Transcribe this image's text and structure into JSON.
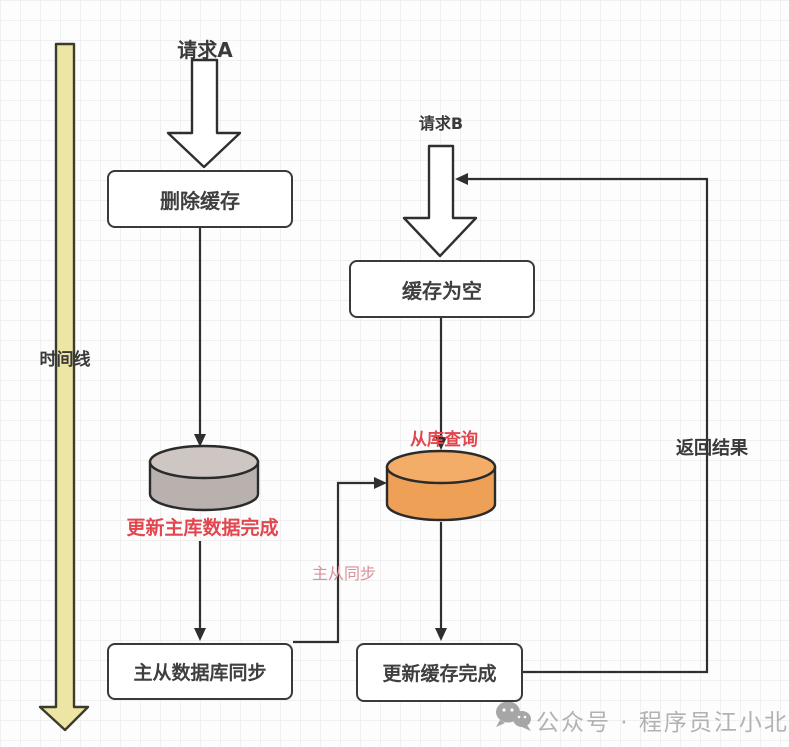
{
  "diagram": {
    "timeline_label": "时间线",
    "request_a_label": "请求A",
    "request_b_label": "请求B",
    "nodes": {
      "delete_cache": "删除缓存",
      "cache_empty": "缓存为空",
      "master_slave_db_sync": "主从数据库同步",
      "update_cache_done": "更新缓存完成"
    },
    "annotations": {
      "master_update_done": "更新主库数据完成",
      "slave_query": "从库查询",
      "master_slave_sync": "主从同步",
      "return_result": "返回结果"
    },
    "colors": {
      "timeline_fill": "#ece5a4",
      "timeline_stroke": "#3c3c2e",
      "master_db_body": "#b9b1ae",
      "master_db_top": "#cdc6c2",
      "slave_db_body": "#efa057",
      "slave_db_top": "#f3ad69",
      "line": "#2f2f2f",
      "highlight_red": "#e2474f",
      "sync_pink": "#d8909a",
      "watermark_gray": "#b2b2b2"
    }
  },
  "watermark": {
    "text": "公众号 · 程序员江小北"
  }
}
